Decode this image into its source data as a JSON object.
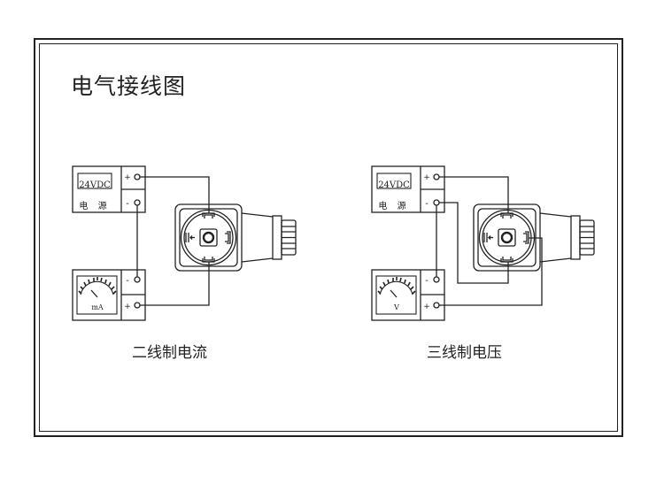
{
  "title": "电气接线图",
  "diagrams": [
    {
      "caption": "二线制电流",
      "power": {
        "voltage": "24VDC",
        "label": "电 源",
        "plus": "+",
        "minus": "-"
      },
      "meter": {
        "unit": "mA",
        "minus": "-",
        "plus": "+"
      }
    },
    {
      "caption": "三线制电压",
      "power": {
        "voltage": "24VDC",
        "label": "电 源",
        "plus": "+",
        "minus": "-"
      },
      "meter": {
        "unit": "V",
        "minus": "-",
        "plus": "+"
      }
    }
  ],
  "colors": {
    "line": "#222222",
    "background": "#ffffff"
  }
}
